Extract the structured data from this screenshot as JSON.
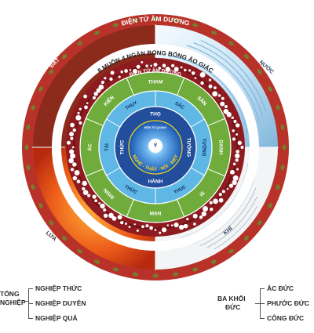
{
  "rings": {
    "outer_title": "ĐIỆN TỬ ÂM DƯƠNG",
    "band_title": "8 MUÔN 4 NGÀN BONG BÓNG ẢO GIÁC",
    "inner_title": "ĐIỆN TỬ ÂM DƯƠNG"
  },
  "elements": {
    "earth": "ĐẤT",
    "water": "NƯỚC",
    "fire": "LỬA",
    "wind": "KHÍ"
  },
  "green_ring": [
    "THAM",
    "SÂN",
    "DANH",
    "IS",
    "MẠN",
    "NGHI",
    "ÁC",
    "KIẾN"
  ],
  "light_ring": [
    "SẮC",
    "TƯỞNG",
    "THỤC",
    "THỨC",
    "TÀI",
    "THỤY"
  ],
  "blue_ring": [
    "THỌ",
    "TƯỞNG",
    "HÀNH",
    "THỨC"
  ],
  "core": {
    "top_text": "ĐIỆN TỬ QUANG",
    "curve_text": "NGHE - THẤY - NÓI - BIẾT",
    "center_glyph": "Ý"
  },
  "legend_left": {
    "title_1": "TỔNG",
    "title_2": "NGHIỆP",
    "items": [
      "NGHIỆP THỨC",
      "NGHIỆP DUYÊN",
      "NGHIỆP QUẢ"
    ]
  },
  "legend_right": {
    "title_1": "BA KHỐI",
    "title_2": "ĐỨC",
    "items": [
      "ÁC ĐỨC",
      "PHƯỚC ĐỨC",
      "CÔNG ĐỨC"
    ]
  },
  "colors": {
    "outer_ring": "#b8322a",
    "earth": "#8c2a1c",
    "water": "#dfeef7",
    "fire": "#e85a1a",
    "wind": "#f2f4f6",
    "bubble_ring": "#8e1b20",
    "green_ring": "#6fac3c",
    "light_ring": "#5fb7e6",
    "blue_ring": "#234e9c",
    "core": "#1a6fc2",
    "yellow": "#f7d21c"
  }
}
